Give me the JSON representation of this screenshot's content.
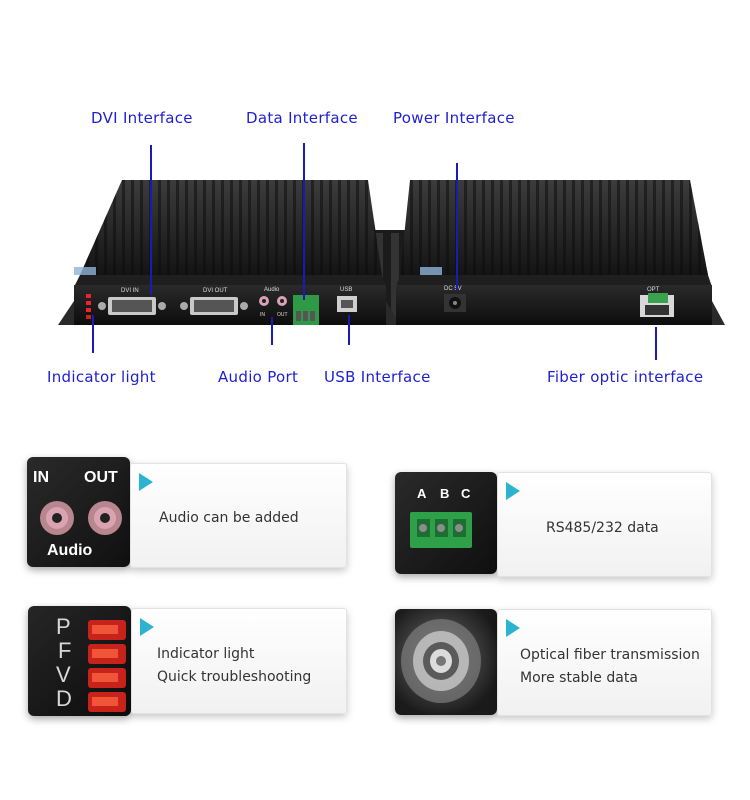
{
  "callouts": {
    "dvi": "DVI Interface",
    "data": "Data Interface",
    "power": "Power Interface",
    "indicator": "Indicator light",
    "audio": "Audio Port",
    "usb": "USB Interface",
    "fiber": "Fiber optic interface"
  },
  "device_labels": {
    "dvi_in": "DVI IN",
    "dvi_out": "DVI OUT",
    "audio": "Audio",
    "in": "IN",
    "out": "OUT",
    "usb": "USB",
    "dc5v": "DC 5V",
    "opt": "OPT"
  },
  "cards": {
    "audio": {
      "photo_in": "IN",
      "photo_out": "OUT",
      "photo_label": "Audio",
      "text": [
        "Audio can be added"
      ]
    },
    "data": {
      "photo_letters": [
        "A",
        "B",
        "C"
      ],
      "text": [
        "RS485/232 data"
      ]
    },
    "indicator": {
      "photo_letters": [
        "P",
        "F",
        "V",
        "D"
      ],
      "text": [
        "Indicator light",
        "Quick troubleshooting"
      ]
    },
    "fiber": {
      "text": [
        "Optical fiber transmission",
        "More stable data"
      ]
    }
  },
  "colors": {
    "callout_text": "#1f1fd0",
    "leader_line": "#1a1ab8",
    "accent_triangle": "#2bb3cf",
    "device_body": "#141414"
  }
}
